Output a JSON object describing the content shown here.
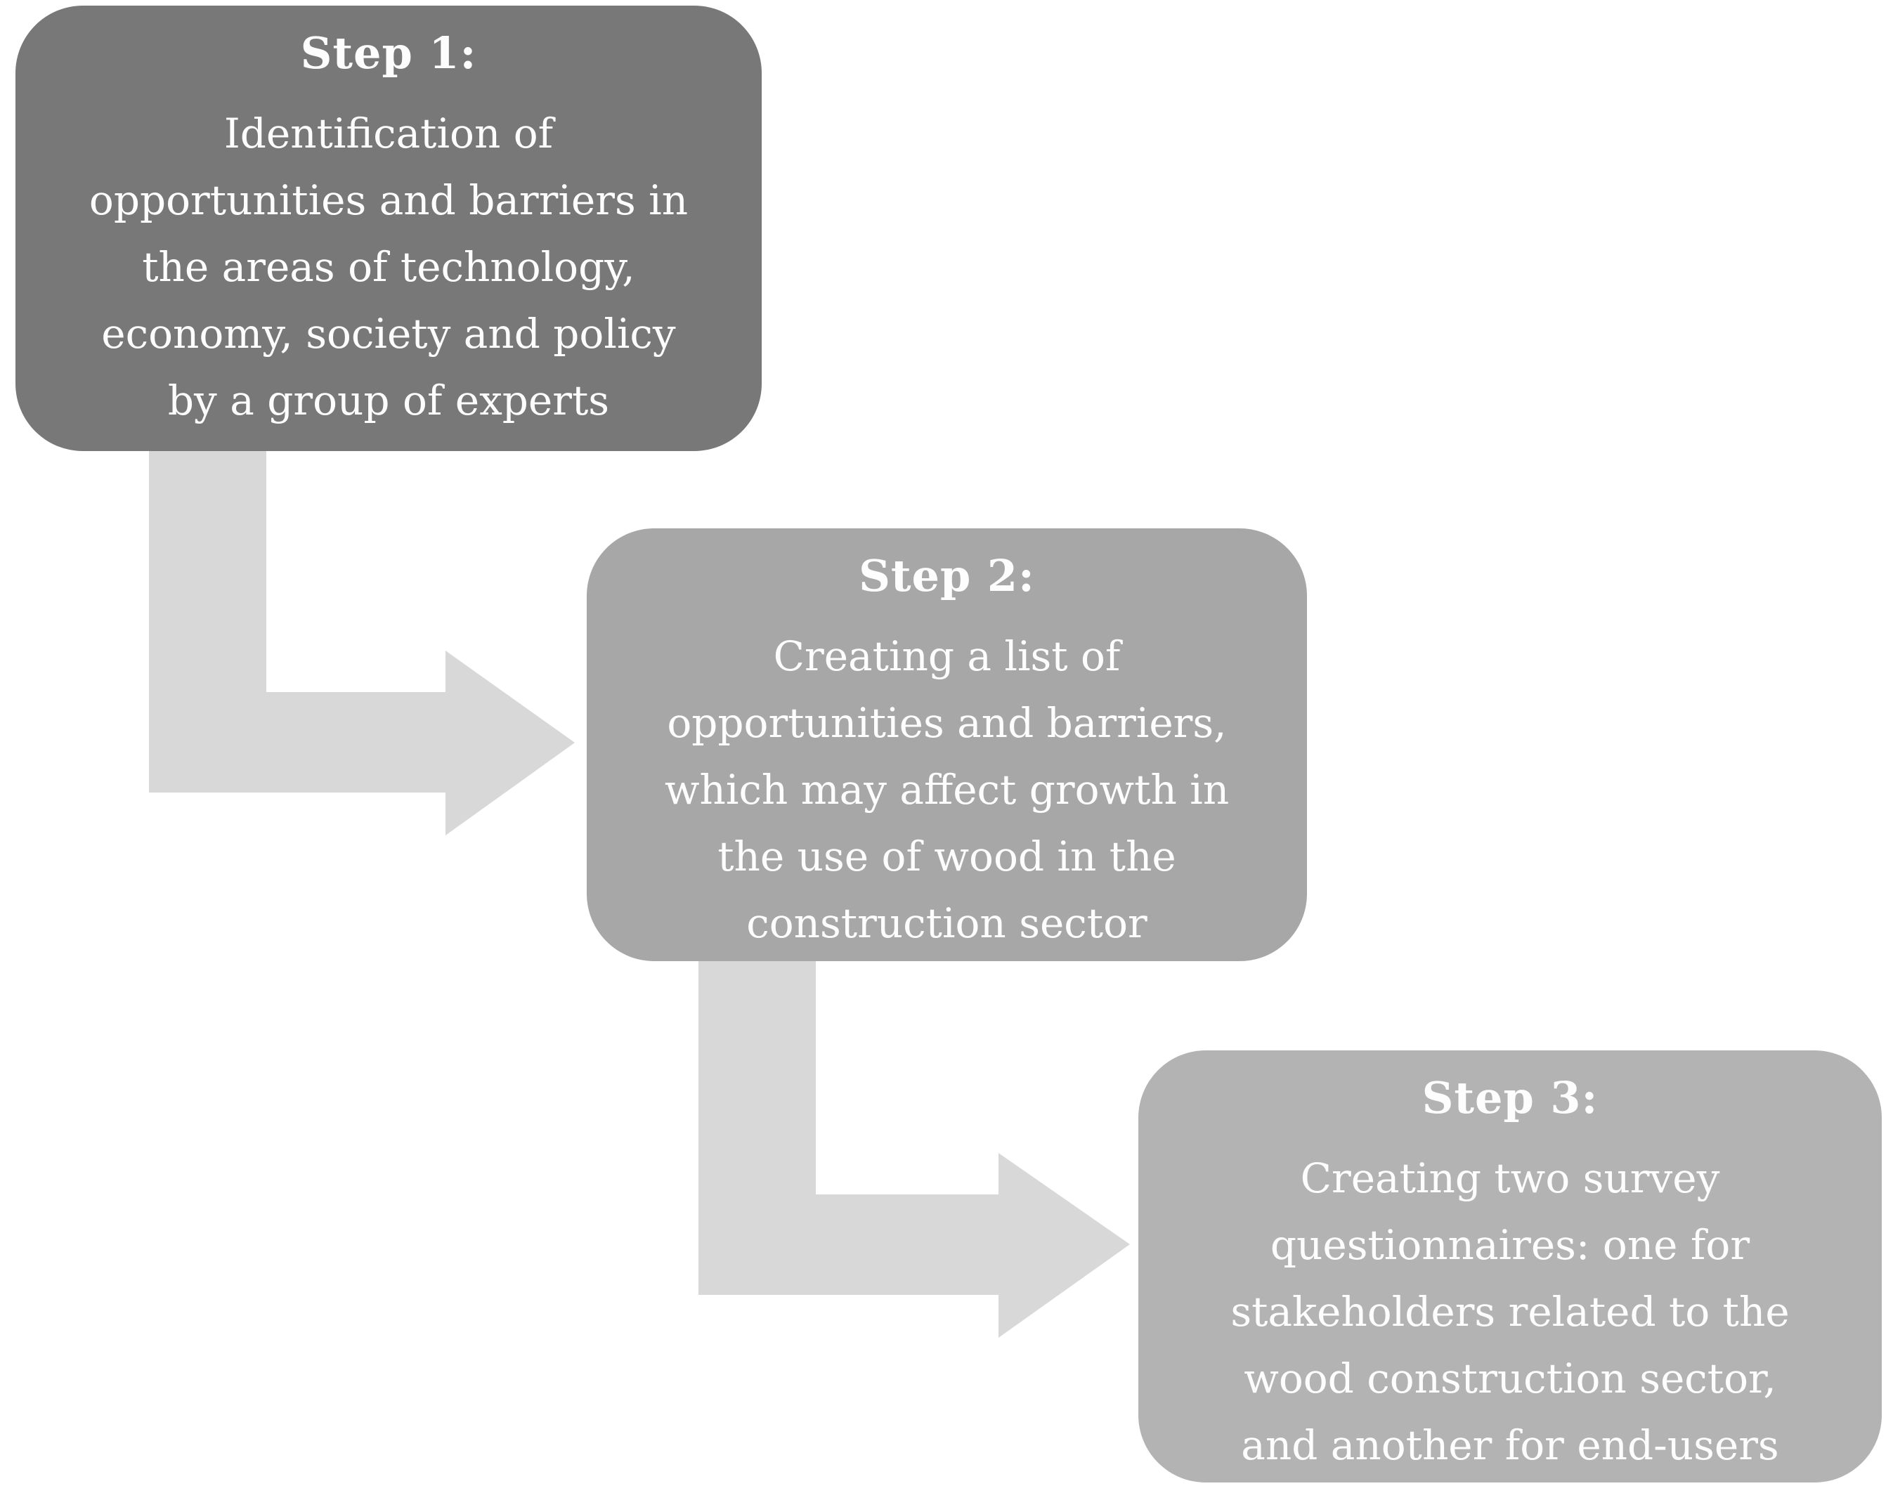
{
  "diagram": {
    "background_color": "#ffffff",
    "arrow_color": "#d8d8d8",
    "steps": [
      {
        "title": "Step 1:",
        "body": "Identification of\nopportunities and barriers in\nthe areas of technology,\neconomy, society and policy\nby a group of experts",
        "box_color": "#787878",
        "text_color": "#fdfdfd"
      },
      {
        "title": "Step 2:",
        "body": "Creating a list of\nopportunities and barriers,\nwhich may affect growth in\nthe use of wood in the\nconstruction sector",
        "box_color": "#a7a7a7",
        "text_color": "#fdfdfd"
      },
      {
        "title": "Step 3:",
        "body": "Creating two survey\nquestionnaires: one for\nstakeholders related to the\nwood construction sector,\nand another for end-users",
        "box_color": "#b3b3b3",
        "text_color": "#fdfdfd"
      }
    ]
  }
}
